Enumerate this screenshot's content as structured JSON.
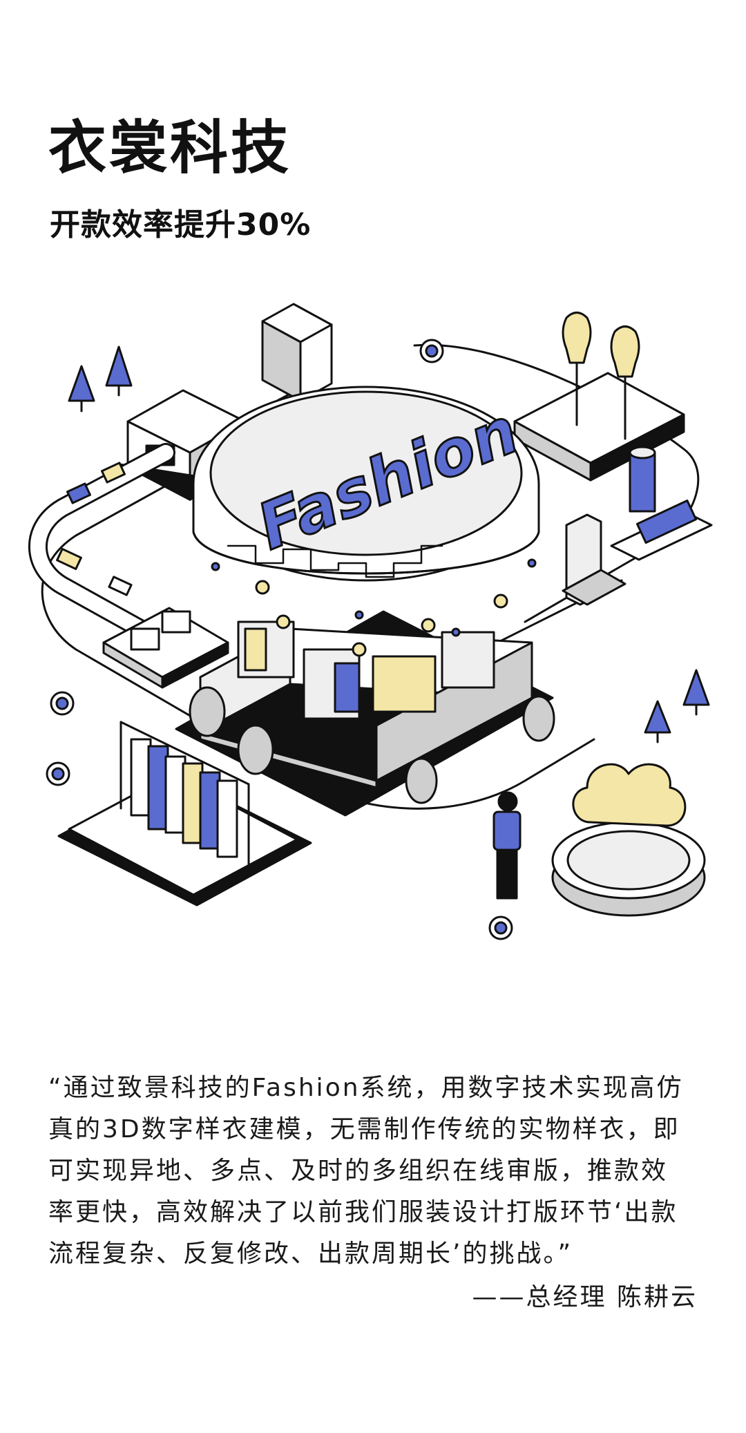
{
  "header": {
    "title": "衣裳科技",
    "subtitle": "开款效率提升30%"
  },
  "illustration": {
    "sign_text": "Fashion",
    "colors": {
      "accent_blue": "#5a6cd0",
      "accent_yellow": "#f3e6a6",
      "outline": "#111111",
      "grey": "#cfcfcf",
      "light": "#efefef"
    }
  },
  "quote": {
    "lines": [
      "“通过致景科技的Fashion系统，用数字技术实现高仿",
      "真的3D数字样衣建模，无需制作传统的实物样衣，即",
      "可实现异地、多点、及时的多组织在线审版，推款效",
      "率更快，高效解决了以前我们服装设计打版环节‘出款",
      "流程复杂、反复修改、出款周期长’的挑战。”"
    ],
    "attribution": "——总经理  陈耕云"
  }
}
